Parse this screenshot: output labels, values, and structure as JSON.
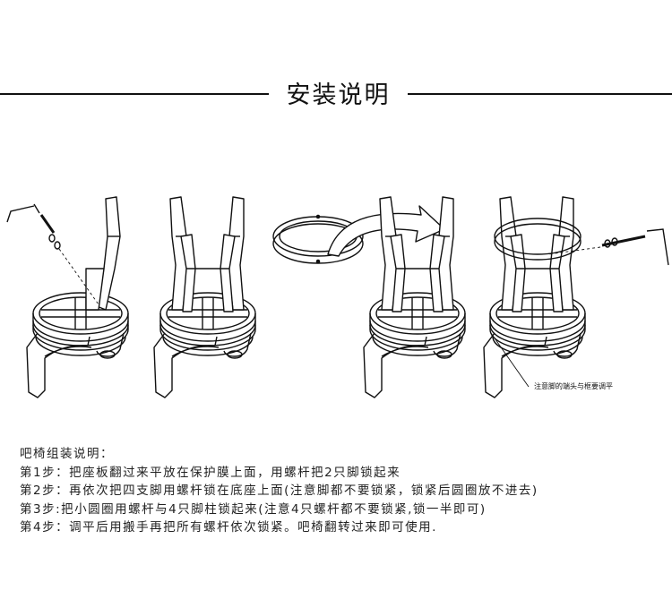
{
  "header": {
    "title": "安装说明"
  },
  "diagram": {
    "note": "注意脚的端头与框要调平"
  },
  "instructions": {
    "heading": "吧椅组装说明：",
    "steps": [
      "第1步：把座板翻过来平放在保护膜上面，用螺杆把2只脚锁起来",
      "第2步：再依次把四支脚用螺杆锁在底座上面(注意脚都不要锁紧，锁紧后圆圈放不进去)",
      "第3步:把小圆圈用螺杆与4只脚柱锁起来(注意4只螺杆都不要锁紧,锁一半即可)",
      "第4步：调平后用搬手再把所有螺杆依次锁紧。吧椅翻转过来即可使用."
    ]
  },
  "colors": {
    "line": "#111111",
    "text": "#222222",
    "background": "#ffffff"
  }
}
